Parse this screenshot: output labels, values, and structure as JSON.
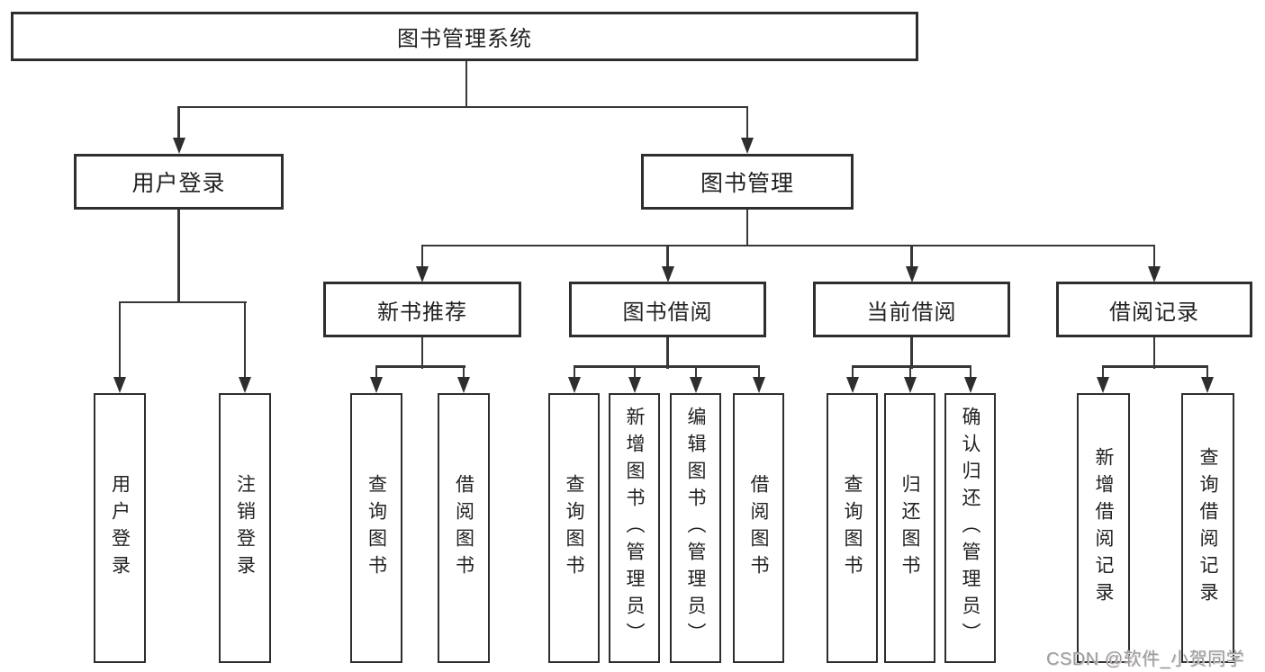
{
  "nodes": {
    "root": "图书管理系统",
    "user_login": "用户登录",
    "book_management": "图书管理",
    "new_book_recommend": "新书推荐",
    "book_borrow": "图书借阅",
    "current_borrow": "当前借阅",
    "borrow_records": "借阅记录",
    "leaf_user_login": "用户登录",
    "leaf_logout": "注销登录",
    "leaf_nb_query_books": "查询图书",
    "leaf_nb_borrow_books": "借阅图书",
    "leaf_bw_query_books": "查询图书",
    "leaf_bw_add_books": "新增图书（管理员）",
    "leaf_bw_edit_books": "编辑图书（管理员）",
    "leaf_bw_borrow_books": "借阅图书",
    "leaf_cb_query_books": "查询图书",
    "leaf_cb_return_books": "归还图书",
    "leaf_cb_confirm_return": "确认归还（管理员）",
    "leaf_rec_add_record": "新增借阅记录",
    "leaf_rec_query_record": "查询借阅记录"
  },
  "watermark": "CSDN @软件_小贺同学",
  "colors": {
    "line": "#383838",
    "box_border": "#2e2e2e",
    "text": "#222222",
    "watermark": "#9c9c9c",
    "background": "#ffffff"
  }
}
